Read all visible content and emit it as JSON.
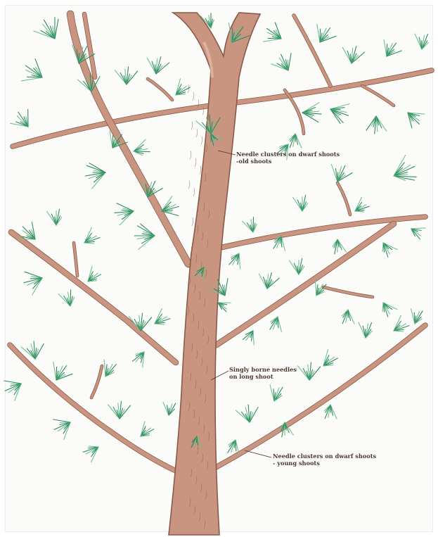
{
  "colors": {
    "paper": "#fbfbfa",
    "bark": "#c99580",
    "bark_dark": "#8a5a48",
    "bark_light": "#e2b9a4",
    "needle": "#2f8a5f",
    "needle_light": "#6ec28e",
    "label_text": "#4a3830"
  },
  "labels": {
    "old_dwarf": {
      "line1": "Needle clusters on dwarf shoots",
      "line2": "-old shoots"
    },
    "long_shoot": {
      "line1": "Singly borne needles",
      "line2": "on long shoot"
    },
    "young_dwarf": {
      "line1": "Needle clusters on dwarf shoots",
      "line2": "- young shoots"
    }
  }
}
